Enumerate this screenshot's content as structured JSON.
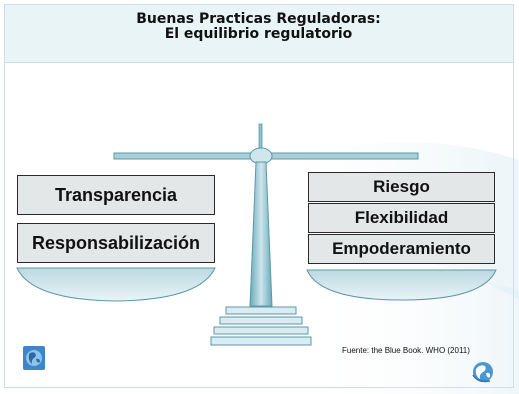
{
  "title": {
    "line1": "Buenas Practicas Reguladoras:",
    "line2": "El equilibrio regulatorio"
  },
  "scale": {
    "left_items": [
      "Transparencia",
      "Responsabilización"
    ],
    "right_items": [
      "Riesgo",
      "Flexibilidad",
      "Empoderamiento"
    ]
  },
  "source": "Fuente: the Blue Book. WHO (2011)",
  "icons": {
    "left_logo": "globe-logo-icon",
    "right_logo": "who-globe-icon"
  },
  "colors": {
    "title_band": "#e9f4f7",
    "scale_teal": "#7fb9c7",
    "pan_fill": "#cfe4ea",
    "box_fill": "#e4e7e8"
  }
}
